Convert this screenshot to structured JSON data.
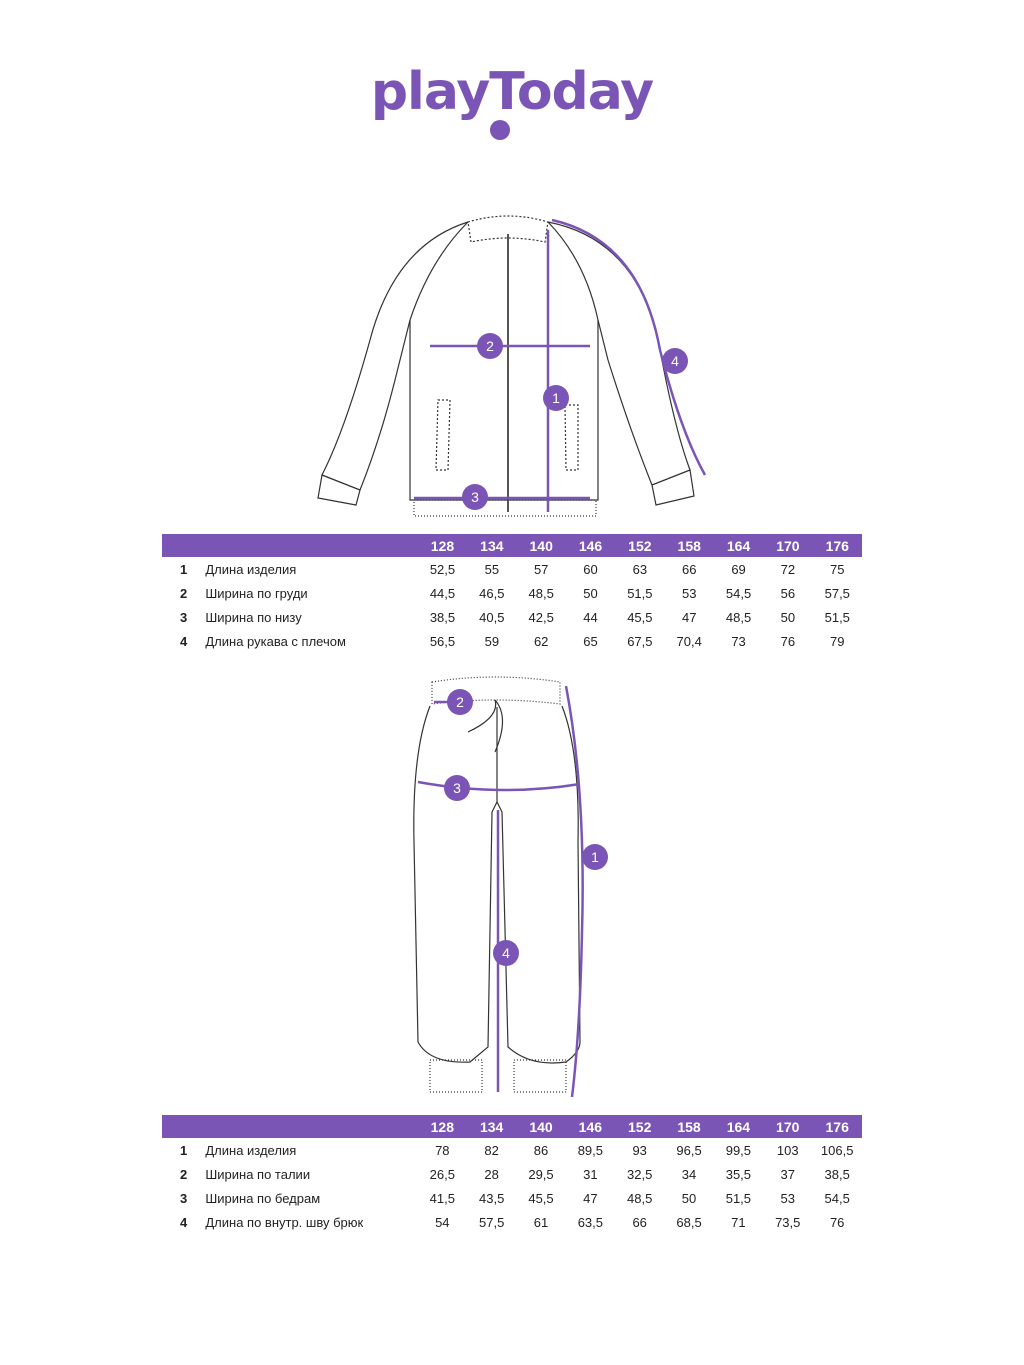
{
  "brand": {
    "name": "playToday",
    "color": "#7b55b6"
  },
  "jacket": {
    "markers": [
      "1",
      "2",
      "3",
      "4"
    ],
    "table": {
      "sizes": [
        "128",
        "134",
        "140",
        "146",
        "152",
        "158",
        "164",
        "170",
        "176"
      ],
      "rows": [
        {
          "num": "1",
          "label": "Длина изделия",
          "values": [
            "52,5",
            "55",
            "57",
            "60",
            "63",
            "66",
            "69",
            "72",
            "75"
          ]
        },
        {
          "num": "2",
          "label": "Ширина по груди",
          "values": [
            "44,5",
            "46,5",
            "48,5",
            "50",
            "51,5",
            "53",
            "54,5",
            "56",
            "57,5"
          ]
        },
        {
          "num": "3",
          "label": "Ширина по низу",
          "values": [
            "38,5",
            "40,5",
            "42,5",
            "44",
            "45,5",
            "47",
            "48,5",
            "50",
            "51,5"
          ]
        },
        {
          "num": "4",
          "label": "Длина рукава с плечом",
          "values": [
            "56,5",
            "59",
            "62",
            "65",
            "67,5",
            "70,4",
            "73",
            "76",
            "79"
          ]
        }
      ]
    }
  },
  "pants": {
    "markers": [
      "1",
      "2",
      "3",
      "4"
    ],
    "table": {
      "sizes": [
        "128",
        "134",
        "140",
        "146",
        "152",
        "158",
        "164",
        "170",
        "176"
      ],
      "rows": [
        {
          "num": "1",
          "label": "Длина изделия",
          "values": [
            "78",
            "82",
            "86",
            "89,5",
            "93",
            "96,5",
            "99,5",
            "103",
            "106,5"
          ]
        },
        {
          "num": "2",
          "label": "Ширина по талии",
          "values": [
            "26,5",
            "28",
            "29,5",
            "31",
            "32,5",
            "34",
            "35,5",
            "37",
            "38,5"
          ]
        },
        {
          "num": "3",
          "label": "Ширина по бедрам",
          "values": [
            "41,5",
            "43,5",
            "45,5",
            "47",
            "48,5",
            "50",
            "51,5",
            "53",
            "54,5"
          ]
        },
        {
          "num": "4",
          "label": "Длина по внутр. шву брюк",
          "values": [
            "54",
            "57,5",
            "61",
            "63,5",
            "66",
            "68,5",
            "71",
            "73,5",
            "76"
          ]
        }
      ]
    }
  }
}
